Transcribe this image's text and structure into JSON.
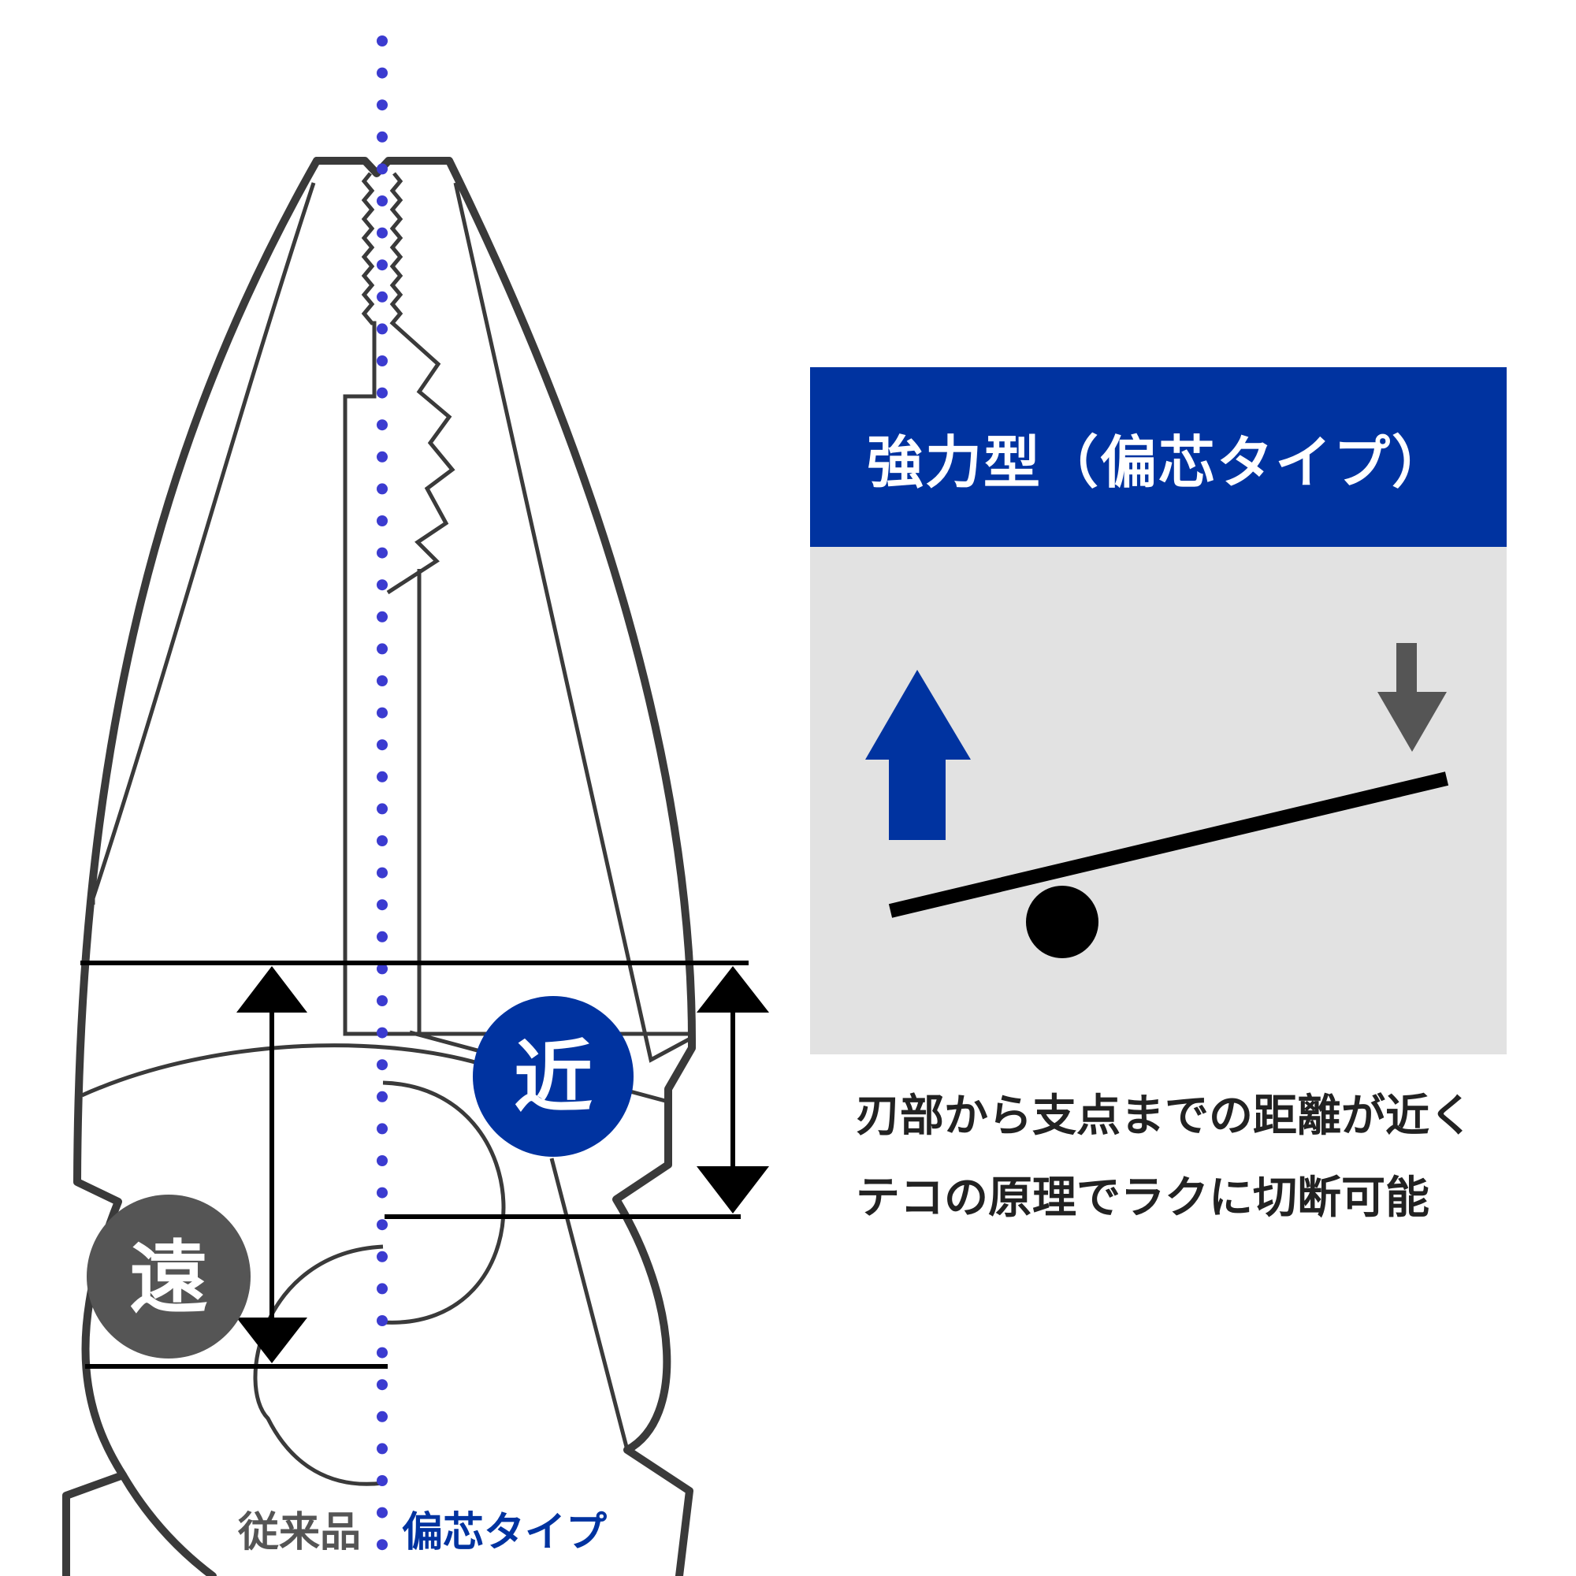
{
  "panel": {
    "title": "強力型（偏芯タイプ）"
  },
  "description": {
    "line1": "刃部から支点までの距離が近く",
    "line2": "テコの原理でラクに切断可能"
  },
  "badges": {
    "near": "近",
    "far": "遠"
  },
  "captions": {
    "conventional": "従来品",
    "eccentric": "偏芯タイプ"
  },
  "colors": {
    "brand_blue": "#0033a0",
    "badge_grey": "#555555",
    "panel_bg": "#e2e2e2",
    "center_dots": "#3b3bd0"
  }
}
